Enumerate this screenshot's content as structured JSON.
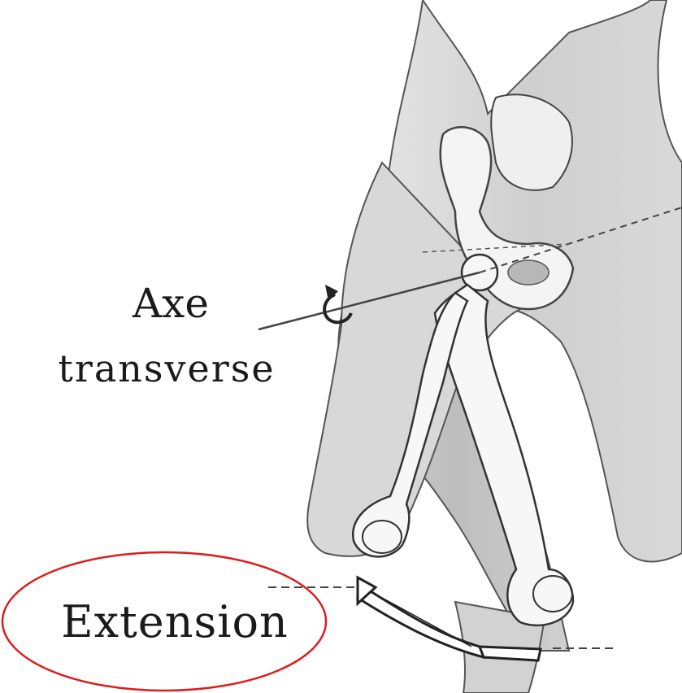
{
  "labels": {
    "axe": "Axe",
    "transverse": "transverse",
    "extension": "Extension"
  },
  "colors": {
    "highlight": "#dd1c1c",
    "ink": "#1a1a1a",
    "shade": "#c9c9c9",
    "bone": "#f4f4f4"
  },
  "icons": {
    "rotation_arrow": "curved-rotation-arrow-icon",
    "extension_arrow": "curved-movement-arrow-icon"
  }
}
